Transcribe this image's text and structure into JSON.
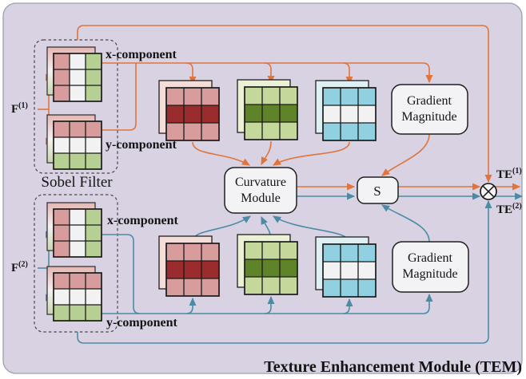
{
  "title": "Texture Enhancement Module (TEM)",
  "labels": {
    "f1_base": "F",
    "f1_sup": "(1)",
    "f2_base": "F",
    "f2_sup": "(2)",
    "te1_base": "TE",
    "te1_sup": "(1)",
    "te2_base": "TE",
    "te2_sup": "(2)",
    "sobel_filter": "Sobel Filter",
    "x_component_top": "x-component",
    "y_component_top": "y-component",
    "x_component_bottom": "x-component",
    "y_component_bottom": "y-component",
    "curvature_line1": "Curvature",
    "curvature_line2": "Module",
    "gradient_top_line1": "Gradient",
    "gradient_top_line2": "Magnitude",
    "gradient_bottom_line1": "Gradient",
    "gradient_bottom_line2": "Magnitude",
    "s_node": "S"
  },
  "colors": {
    "background": "#d9d2e3",
    "panel_border": "#9aa0ac",
    "orange": "#e0743a",
    "teal": "#4d8ba4",
    "box_fill": "#f3f2f4",
    "cell_pink": "#d99c9c",
    "cell_dark_red": "#9a2c2d",
    "cell_white": "#f2f2f2",
    "cell_sobel_green": "#b6cf92",
    "cell_light_green": "#c4d89c",
    "cell_dark_green": "#5f8329",
    "cell_light_blue": "#90d0e0",
    "back_pink": "#f4ddd9",
    "back_green": "#ebf1d5",
    "back_blue": "#def0f4"
  },
  "kernel_grids": {
    "sobel_x_columns": [
      "red",
      "white",
      "green"
    ],
    "sobel_y_rows": [
      "red",
      "white",
      "green"
    ],
    "red_map_rows": [
      "light-red",
      "dark-red",
      "light-red"
    ],
    "green_map_rows": [
      "light-green",
      "dark-green",
      "light-green"
    ],
    "blue_map_rows": [
      "light-blue",
      "white",
      "light-blue"
    ]
  }
}
